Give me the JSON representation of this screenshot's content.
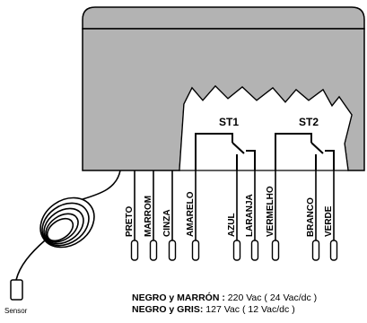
{
  "sensor_label": "Sensor",
  "switches": [
    "ST1",
    "ST2"
  ],
  "wires": [
    "PRETO",
    "MARROM",
    "CINZA",
    "AMARELO",
    "AZUL",
    "LARANJA",
    "VERMELHO",
    "BRANCO",
    "VERDE"
  ],
  "notes": [
    {
      "bold": "NEGRO y MARRÓN :",
      "text": " 220 Vac ( 24 Vac/dc )"
    },
    {
      "bold": "NEGRO y GRIS:",
      "text": " 127 Vac ( 12 Vac/dc )"
    }
  ],
  "colors": {
    "housing": "#b3b3b3",
    "inner": "#ffffff",
    "line": "#000000"
  }
}
